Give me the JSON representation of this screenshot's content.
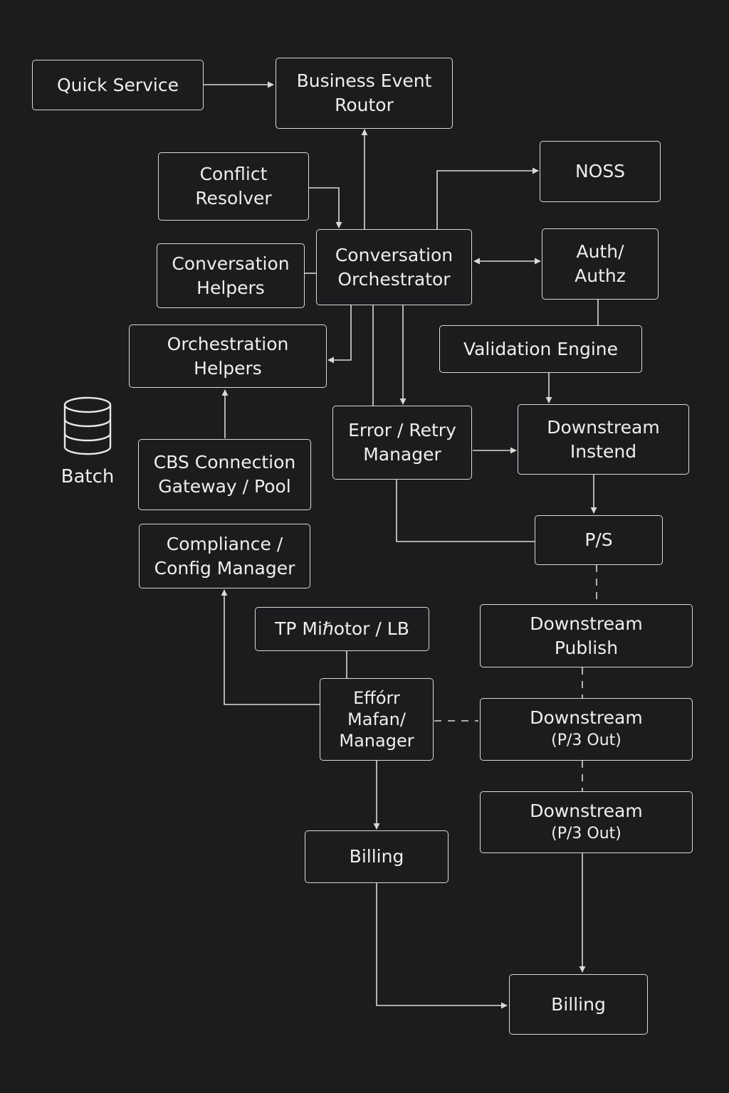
{
  "nodes": {
    "quick_service": "Quick Service",
    "business_event_router": "Business Event\nRoutor",
    "conflict_resolver": "Conflict\nResolver",
    "noss": "NOSS",
    "conversation_helpers": "Conversation\nHelpers",
    "conversation_orchestrator": "Conversation\nOrchestrator",
    "auth_authz": "Auth/\nAuthz",
    "orchestration_helpers": "Orchestration\nHelpers",
    "validation_engine": "Validation Engine",
    "error_retry_manager": "Error / Retry\nManager",
    "downstream_instend": "Downstream\nInstend",
    "cbs_connection_gateway": "CBS Connection\nGateway / Pool",
    "ps": "P/S",
    "compliance_config_manager": "Compliance /\nConfig Manager",
    "tp_mirotor_lb": "TP Miℏotor / LB",
    "downstream_publish": "Downstream\nPublish",
    "effort_manager": "Effórr\nMafan/\nManager",
    "downstream_p3_out_1": {
      "title": "Downstream",
      "sub": "(P/3 Out)"
    },
    "downstream_p3_out_2": {
      "title": "Downstream",
      "sub": "(P/3 Out)"
    },
    "billing_1": "Billing",
    "billing_2": "Billing"
  },
  "batch": {
    "label": "Batch",
    "icon": "database-icon"
  },
  "colors": {
    "background": "#1b1c1e",
    "stroke": "#d9d9d9",
    "text": "#eeeeee"
  }
}
